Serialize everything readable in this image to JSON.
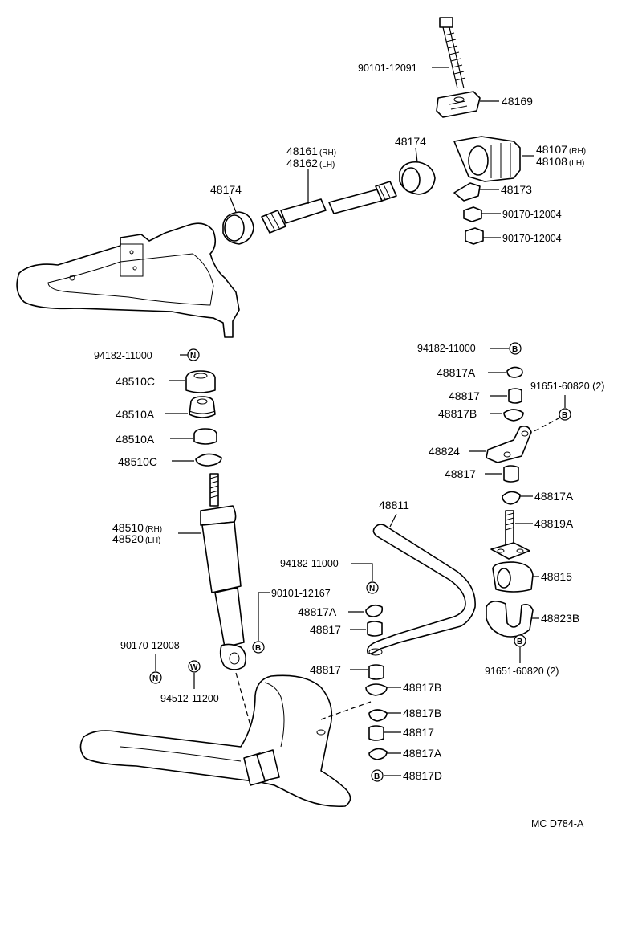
{
  "diagram": {
    "footer_code": "MC  D784-A",
    "labels": {
      "bolt_top": "90101-12091",
      "cam_top": "48169",
      "bushing_left": "48174",
      "bushing_right": "48174",
      "shaft_rh": "48161",
      "shaft_lh": "48162",
      "rh": "(RH)",
      "lh": "(LH)",
      "arm_bush_rh": "48107",
      "arm_bush_lh": "48108",
      "wedge": "48173",
      "nut_1": "90170-12004",
      "nut_2": "90170-12004",
      "nut_n_top": "94182-11000",
      "c_top": "48510C",
      "a_top": "48510A",
      "a_lower": "48510A",
      "c_lower": "48510C",
      "shock_rh": "48510",
      "shock_lh": "48520",
      "bolt_shock": "90101-12167",
      "nut_shock": "90170-12008",
      "washer_shock": "94512-11200",
      "nut_b_right": "94182-11000",
      "r_817a_1": "48817A",
      "r_817_1": "48817",
      "r_817b_1": "48817B",
      "bolt_b_right": "91651-60820 (2)",
      "bracket": "48824",
      "r_817_2": "48817",
      "r_817a_2": "48817A",
      "link": "48819A",
      "stab_bar": "48811",
      "stab_bush": "48815",
      "stab_bracket": "48823B",
      "bolt_b_lower": "91651-60820 (2)",
      "nut_n_mid": "94182-11000",
      "m_817a": "48817A",
      "m_817": "48817",
      "m_817_b": "48817",
      "m_817b_1": "48817B",
      "m_817b_2": "48817B",
      "m_817_c": "48817",
      "m_817a_b": "48817A",
      "m_817d": "48817D"
    },
    "badges": {
      "n": "N",
      "b": "B",
      "w": "W"
    }
  }
}
